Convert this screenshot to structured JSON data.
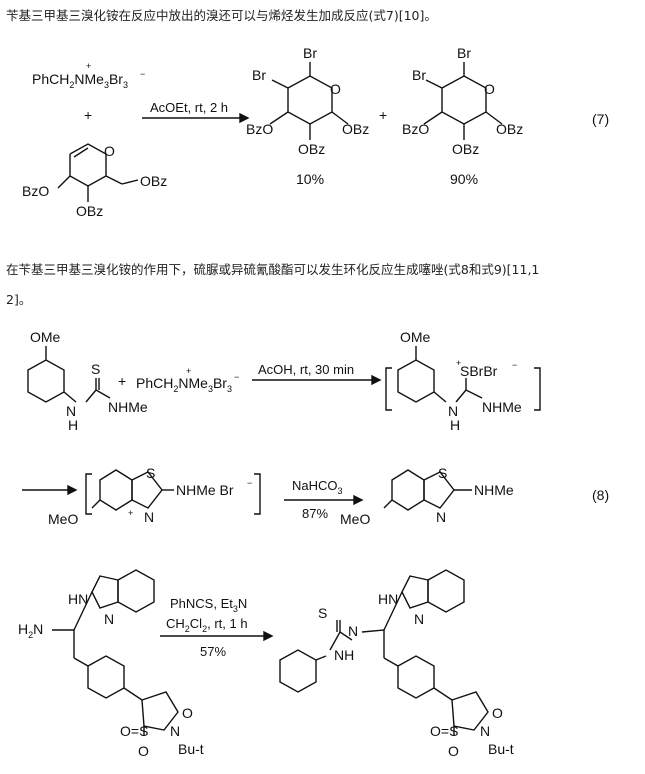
{
  "paragraphs": {
    "p1": "苄基三甲基三溴化铵在反应中放出的溴还可以与烯烃发生加成反应(式7)[10]。",
    "p2_line1": "在苄基三甲基三溴化铵的作用下，硫脲或异硫氰酸酯可以发生环化反应生成噻唑(式8和式9)[11,1",
    "p2_line2": "2]。"
  },
  "scheme7": {
    "reagent_main": "PhCH",
    "reagent_sub2": "2",
    "reagent_N": "NMe",
    "reagent_sub3": "3",
    "reagent_Br": "Br",
    "reagent_sub3b": "3",
    "plus1": "+",
    "plus2": "+",
    "conditions": "AcOEt, rt, 2 h",
    "sm_bzo_left": "BzO",
    "sm_obz_bottom": "OBz",
    "sm_obz_right": "OBz",
    "sm_ring_o": "O",
    "p1_br_top": "Br",
    "p1_br_left": "Br",
    "p1_ring_o": "O",
    "p1_bzo": "BzO",
    "p1_obz_right": "OBz",
    "p1_obz_bottom": "OBz",
    "p1_yield": "10%",
    "p2_br_top": "Br",
    "p2_br_left": "Br",
    "p2_ring_o": "O",
    "p2_bzo": "BzO",
    "p2_obz_right": "OBz",
    "p2_obz_bottom": "OBz",
    "p2_yield": "90%",
    "equation_number": "(7)"
  },
  "scheme8": {
    "ome_top": "OMe",
    "s_label": "S",
    "nhme": "NHMe",
    "nh_n": "N",
    "nh_h": "H",
    "plus": "+",
    "reagent": "PhCH",
    "reagent_sub2": "2",
    "reagent_N": "NMe",
    "reagent_sub3": "3",
    "reagent_Br": "Br",
    "reagent_sub3b": "3",
    "conditions": "AcOH, rt, 30 min",
    "int_ome": "OMe",
    "int_sbrbr": "SBrBr",
    "int_nhme": "NHMe",
    "int_n": "N",
    "int_h": "H",
    "int2_s": "S",
    "int2_nhme": "NHMe  Br",
    "int2_n": "N",
    "int2_meo": "MeO",
    "cond2_top": "NaHCO",
    "cond2_sub": "3",
    "yield": "87%",
    "prod_s": "S",
    "prod_nhme": "NHMe",
    "prod_n": "N",
    "prod_meo": "MeO",
    "equation_number": "(8)"
  },
  "scheme9": {
    "hn_left": "HN",
    "n_left": "N",
    "h2n": "H",
    "h2n_sub": "2",
    "h2n_N": "N",
    "cond_line1": "PhNCS, Et",
    "cond_line1_sub": "3",
    "cond_line1_end": "N",
    "cond_line2": "CH",
    "cond_line2_sub1": "2",
    "cond_line2_mid": "Cl",
    "cond_line2_sub2": "2",
    "cond_line2_end": ", rt, 1 h",
    "yield": "57%",
    "o_left": "O",
    "os_left": "O=S",
    "o_bottom_left": "O",
    "n_but_left": "N",
    "but_left": "Bu-t",
    "s_thio": "S",
    "nh_thio": "NH",
    "n_thio": "N",
    "h_thio": "H",
    "hn_right": "HN",
    "n_right": "N",
    "o_right": "O",
    "os_right": "O=S",
    "o_bottom_right": "O",
    "n_but_right": "N",
    "but_right": "Bu-t"
  }
}
